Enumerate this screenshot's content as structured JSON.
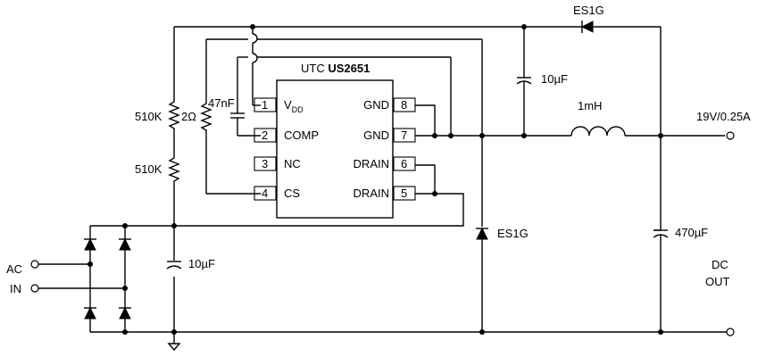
{
  "ic": {
    "brand": "UTC",
    "part": "US2651",
    "pins": [
      {
        "num": "1",
        "name": "V",
        "sub": "DD"
      },
      {
        "num": "2",
        "name": "COMP"
      },
      {
        "num": "3",
        "name": "NC"
      },
      {
        "num": "4",
        "name": "CS"
      },
      {
        "num": "8",
        "name": "GND"
      },
      {
        "num": "7",
        "name": "GND"
      },
      {
        "num": "6",
        "name": "DRAIN"
      },
      {
        "num": "5",
        "name": "DRAIN"
      }
    ]
  },
  "components": {
    "r_top": "510K",
    "r_bottom": "510K",
    "r_sense": "2Ω",
    "c_comp": "47nF",
    "c_vdd_top": "10µF",
    "c_input": "10µF",
    "c_output": "470µF",
    "inductor": "1mH",
    "diode_top": "ES1G",
    "diode_freewheel": "ES1G"
  },
  "labels": {
    "ac_in_line1": "AC",
    "ac_in_line2": "IN",
    "output_rating": "19V/0.25A",
    "dc_out_line1": "DC",
    "dc_out_line2": "OUT"
  }
}
